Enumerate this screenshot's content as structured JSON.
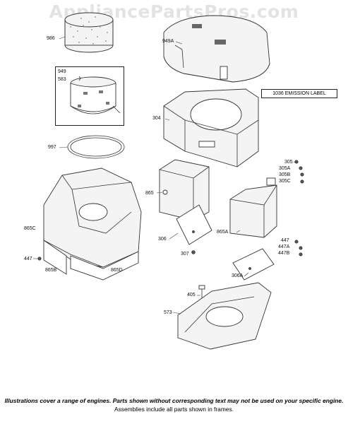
{
  "watermark": "AppliancePartsPros.com",
  "emission_label": "1036 EMISSION LABEL",
  "labels": {
    "p986": "986",
    "p949": "949",
    "p583": "583",
    "p997": "997",
    "p949A": "949A",
    "p304": "304",
    "p305": "305",
    "p305A": "305A",
    "p305B": "305B",
    "p305C": "305C",
    "p865": "865",
    "p865C": "865C",
    "p447L": "447",
    "p865B": "865B",
    "p865D": "865D",
    "p306": "306",
    "p307": "307",
    "p865A": "865A",
    "p447R": "447",
    "p447A": "447A",
    "p447B": "447B",
    "p306A": "306A",
    "p405": "405",
    "p573": "573"
  },
  "footer": {
    "line1": "Illustrations cover a range of engines. Parts shown without corresponding text may not be used on your specific engine.",
    "line2": "Assemblies include all parts shown in frames."
  }
}
